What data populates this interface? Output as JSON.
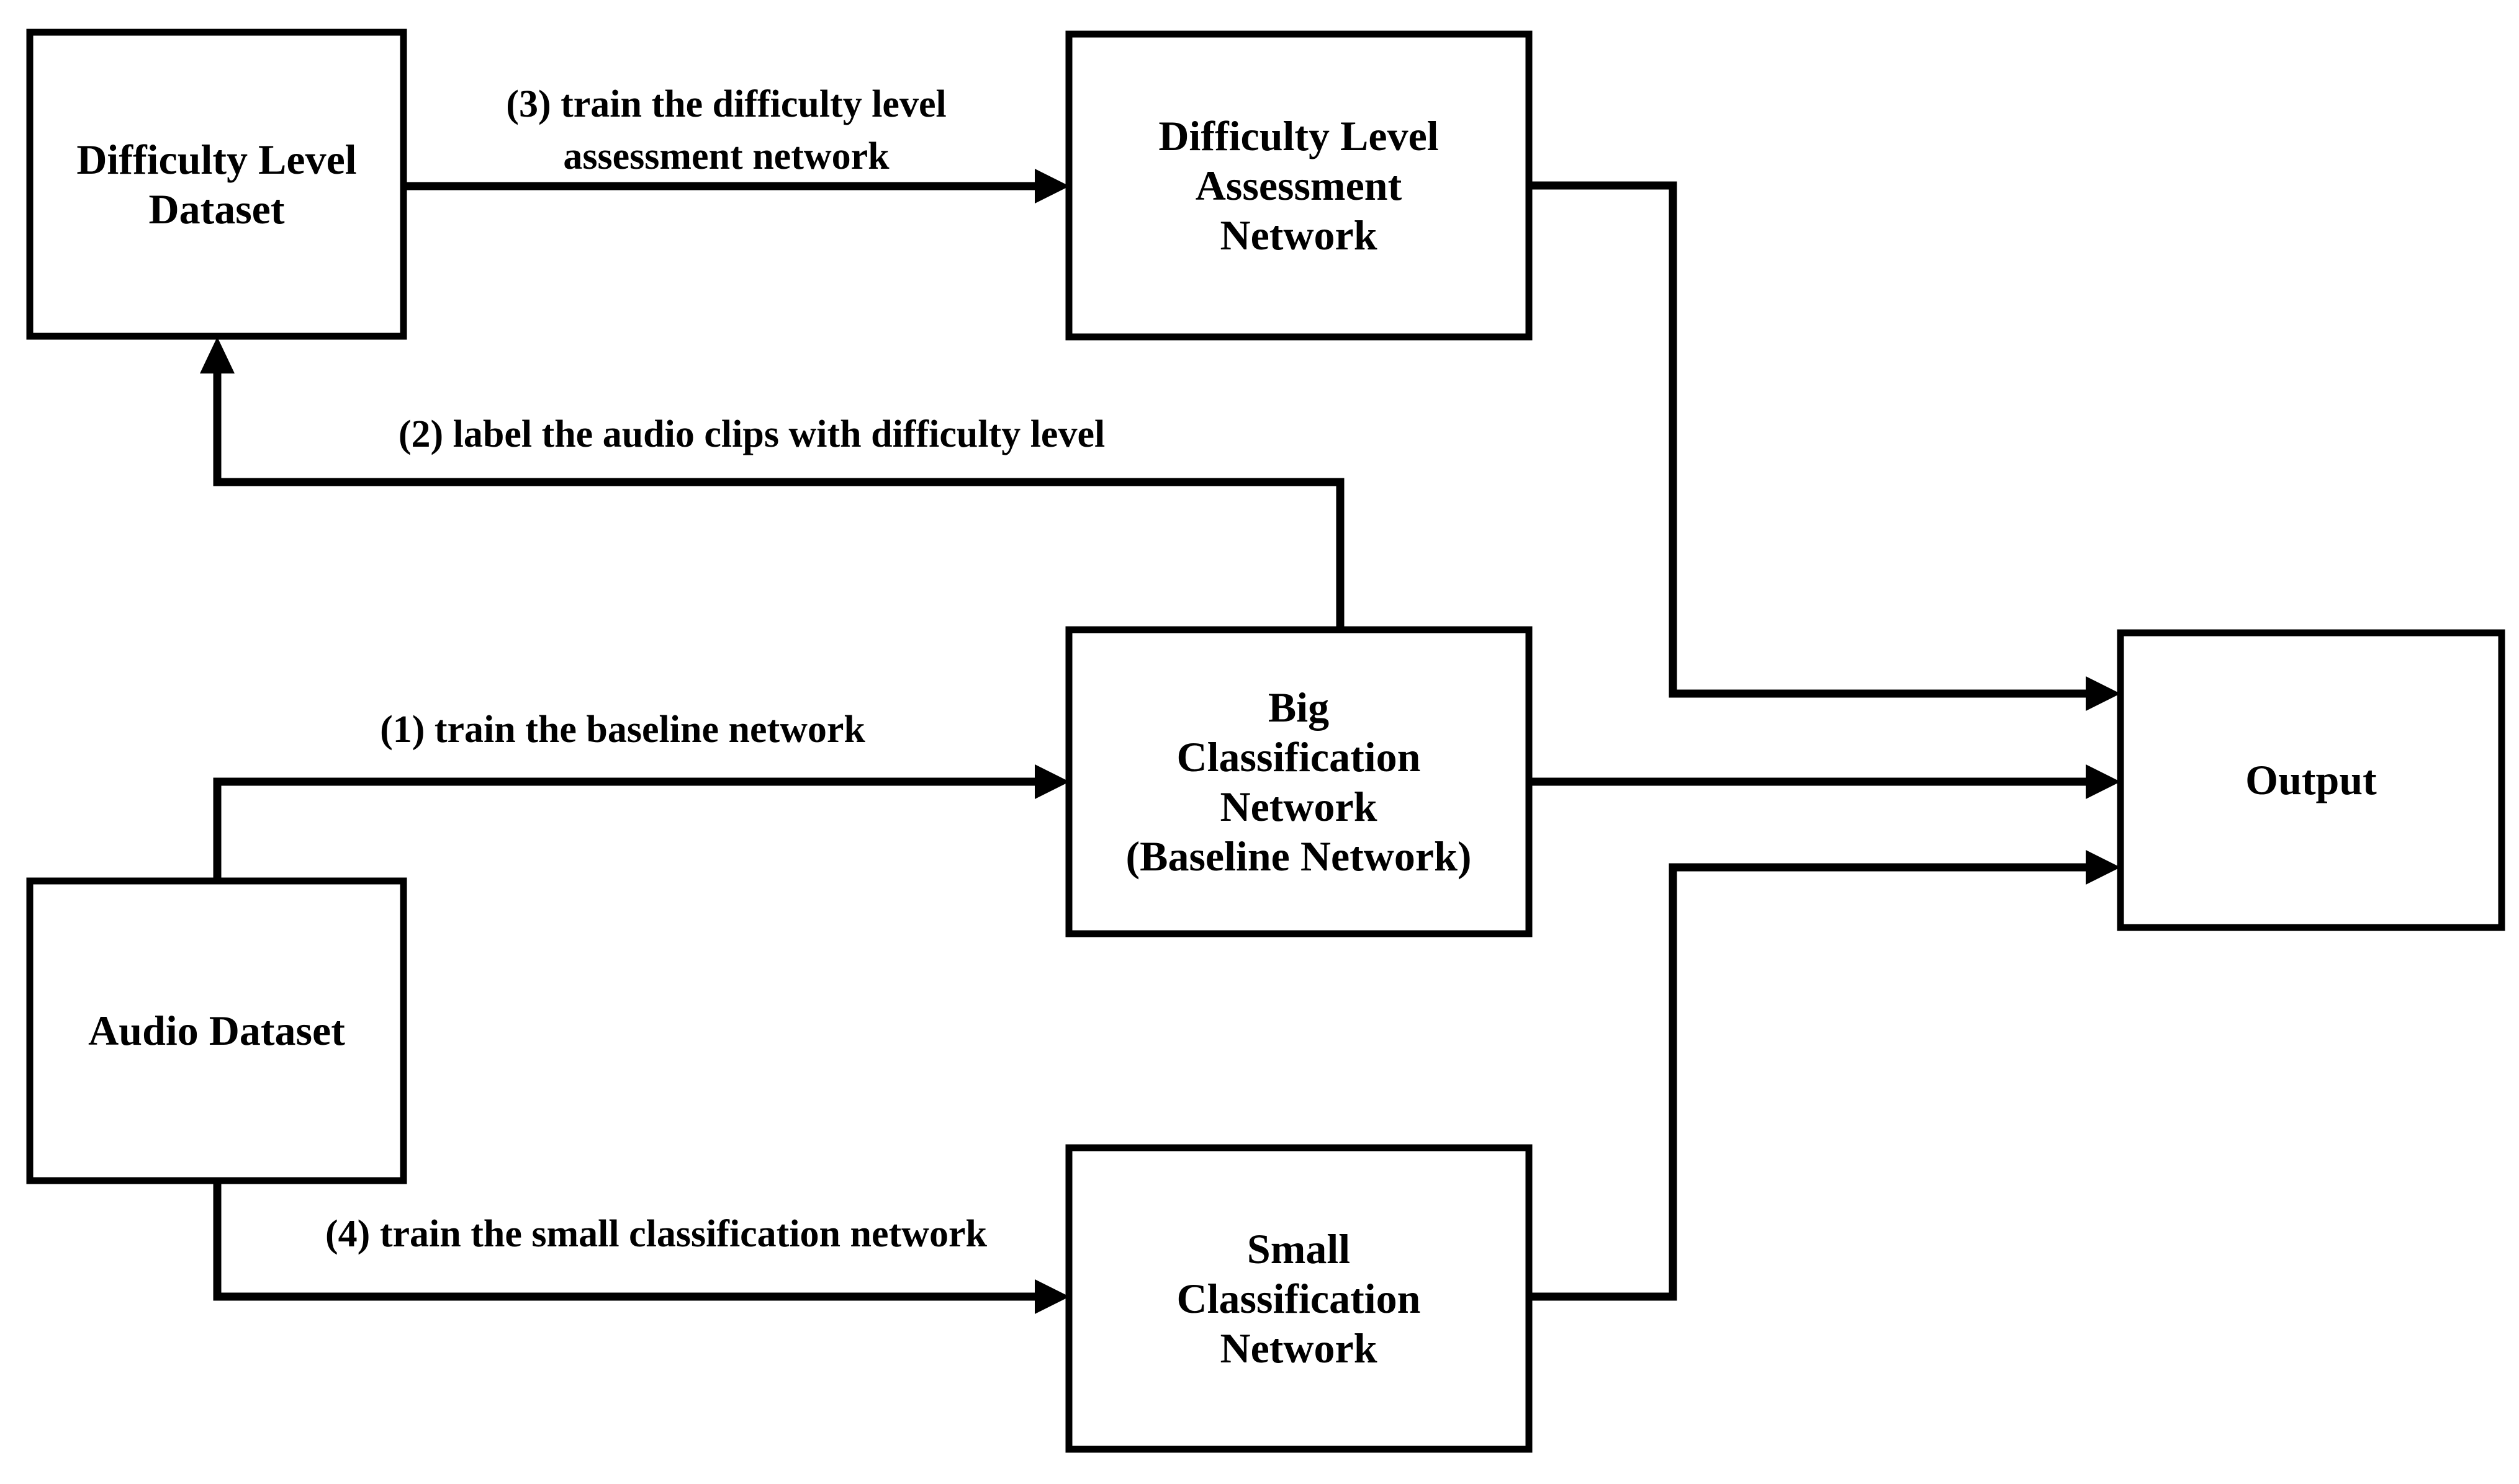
{
  "diagram": {
    "background_color": "#ffffff",
    "ink_color": "#000000",
    "nodes": {
      "difficulty_level_dataset": {
        "lines": [
          "Difficulty Level",
          "Dataset"
        ]
      },
      "difficulty_level_assessment_network": {
        "lines": [
          "Difficulty Level",
          "Assessment",
          "Network"
        ]
      },
      "big_classification_network": {
        "lines": [
          "Big",
          "Classification",
          "Network",
          "(Baseline Network)"
        ]
      },
      "audio_dataset": {
        "lines": [
          "Audio Dataset"
        ]
      },
      "small_classification_network": {
        "lines": [
          "Small",
          "Classification",
          "Network"
        ]
      },
      "output": {
        "lines": [
          "Output"
        ]
      }
    },
    "edges": {
      "train_baseline": {
        "label": "(1) train the baseline network"
      },
      "label_audio_clips": {
        "label": "(2) label the audio clips with difficulty level"
      },
      "train_assessment": {
        "lines": [
          "(3) train the difficulty level",
          "assessment network"
        ]
      },
      "train_small": {
        "label": "(4) train the small classification network"
      }
    }
  }
}
